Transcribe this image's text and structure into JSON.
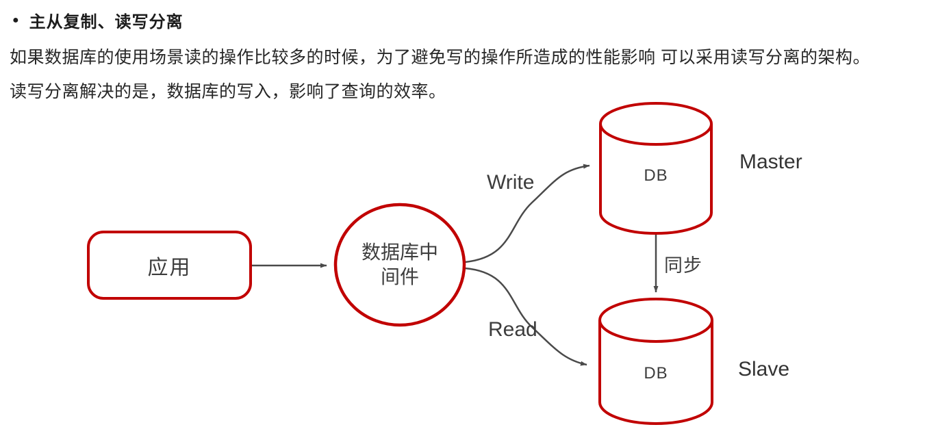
{
  "theme": {
    "bg": "#ffffff",
    "accent-red": "#c10000",
    "connector-gray": "#4a4a4a",
    "diagram-text": "#3d3d3d",
    "body-text": "#262626"
  },
  "header": {
    "bullet": "●",
    "title": "主从复制、读写分离"
  },
  "paragraphs": {
    "line1": "如果数据库的使用场景读的操作比较多的时候，为了避免写的操作所造成的性能影响 可以采用读写分离的架构。",
    "line2": "读写分离解决的是，数据库的写入，影响了查询的效率。"
  },
  "diagram": {
    "app_node": {
      "label": "应用"
    },
    "middleware_node": {
      "label_line1": "数据库中",
      "label_line2": "间件"
    },
    "master_node": {
      "db_label": "DB",
      "role_label": "Master"
    },
    "slave_node": {
      "db_label": "DB",
      "role_label": "Slave"
    },
    "edges": {
      "write_label": "Write",
      "read_label": "Read",
      "sync_label": "同步"
    }
  }
}
